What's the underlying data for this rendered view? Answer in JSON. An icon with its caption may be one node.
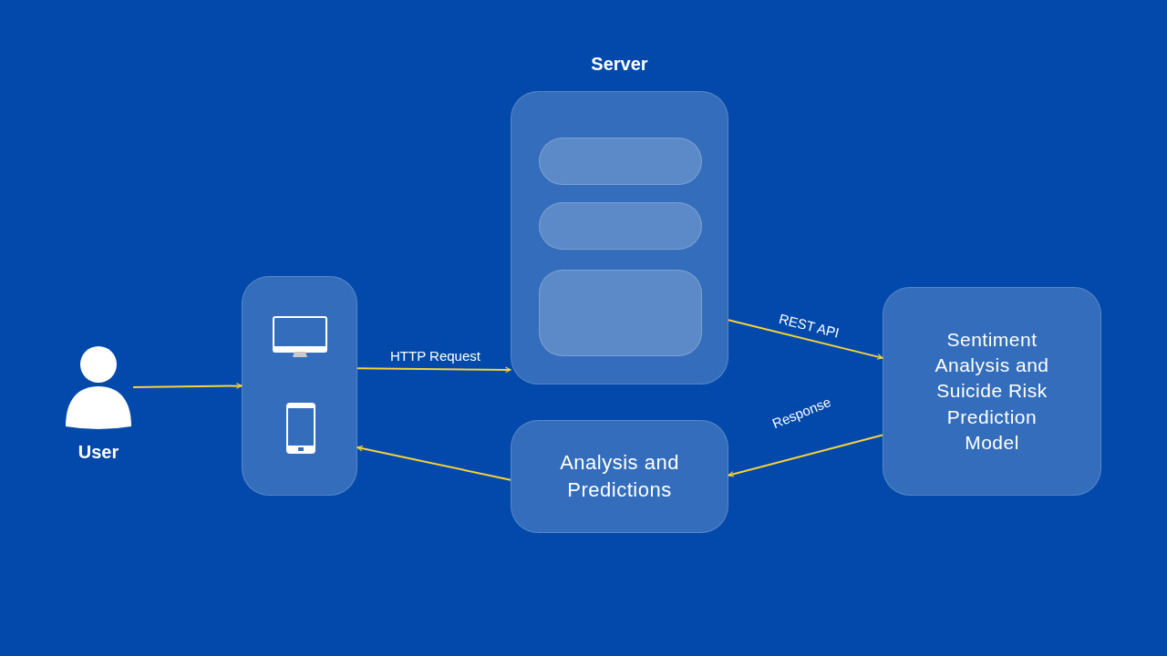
{
  "diagram": {
    "nodes": [
      {
        "text": [
          "User"
        ]
      },
      {
        "text": [],
        "shape": "box"
      },
      {
        "text": [
          "Server"
        ]
      },
      {
        "text": [],
        "shape": "box",
        "in": 2
      },
      {
        "text": [],
        "shape": "box",
        "in": 2
      },
      {
        "text": [],
        "shape": "box",
        "in": 2
      },
      {
        "text": [
          "Sentiment Analysis and Suicide Risk Prediction Model"
        ]
      },
      {
        "text": [
          "Analysis and Predictions"
        ]
      }
    ],
    "edges": [
      {
        "from": 0,
        "to": 1,
        "arrow": "to"
      },
      {
        "from": 1,
        "to": 2,
        "label": "HTTP Request",
        "arrow": "to"
      },
      {
        "from": 2,
        "to": 6,
        "label": "REST API",
        "arrow": "to"
      },
      {
        "from": 6,
        "to": 7,
        "label": "Response",
        "arrow": "to"
      },
      {
        "from": 7,
        "to": 1,
        "arrow": "to"
      }
    ]
  }
}
